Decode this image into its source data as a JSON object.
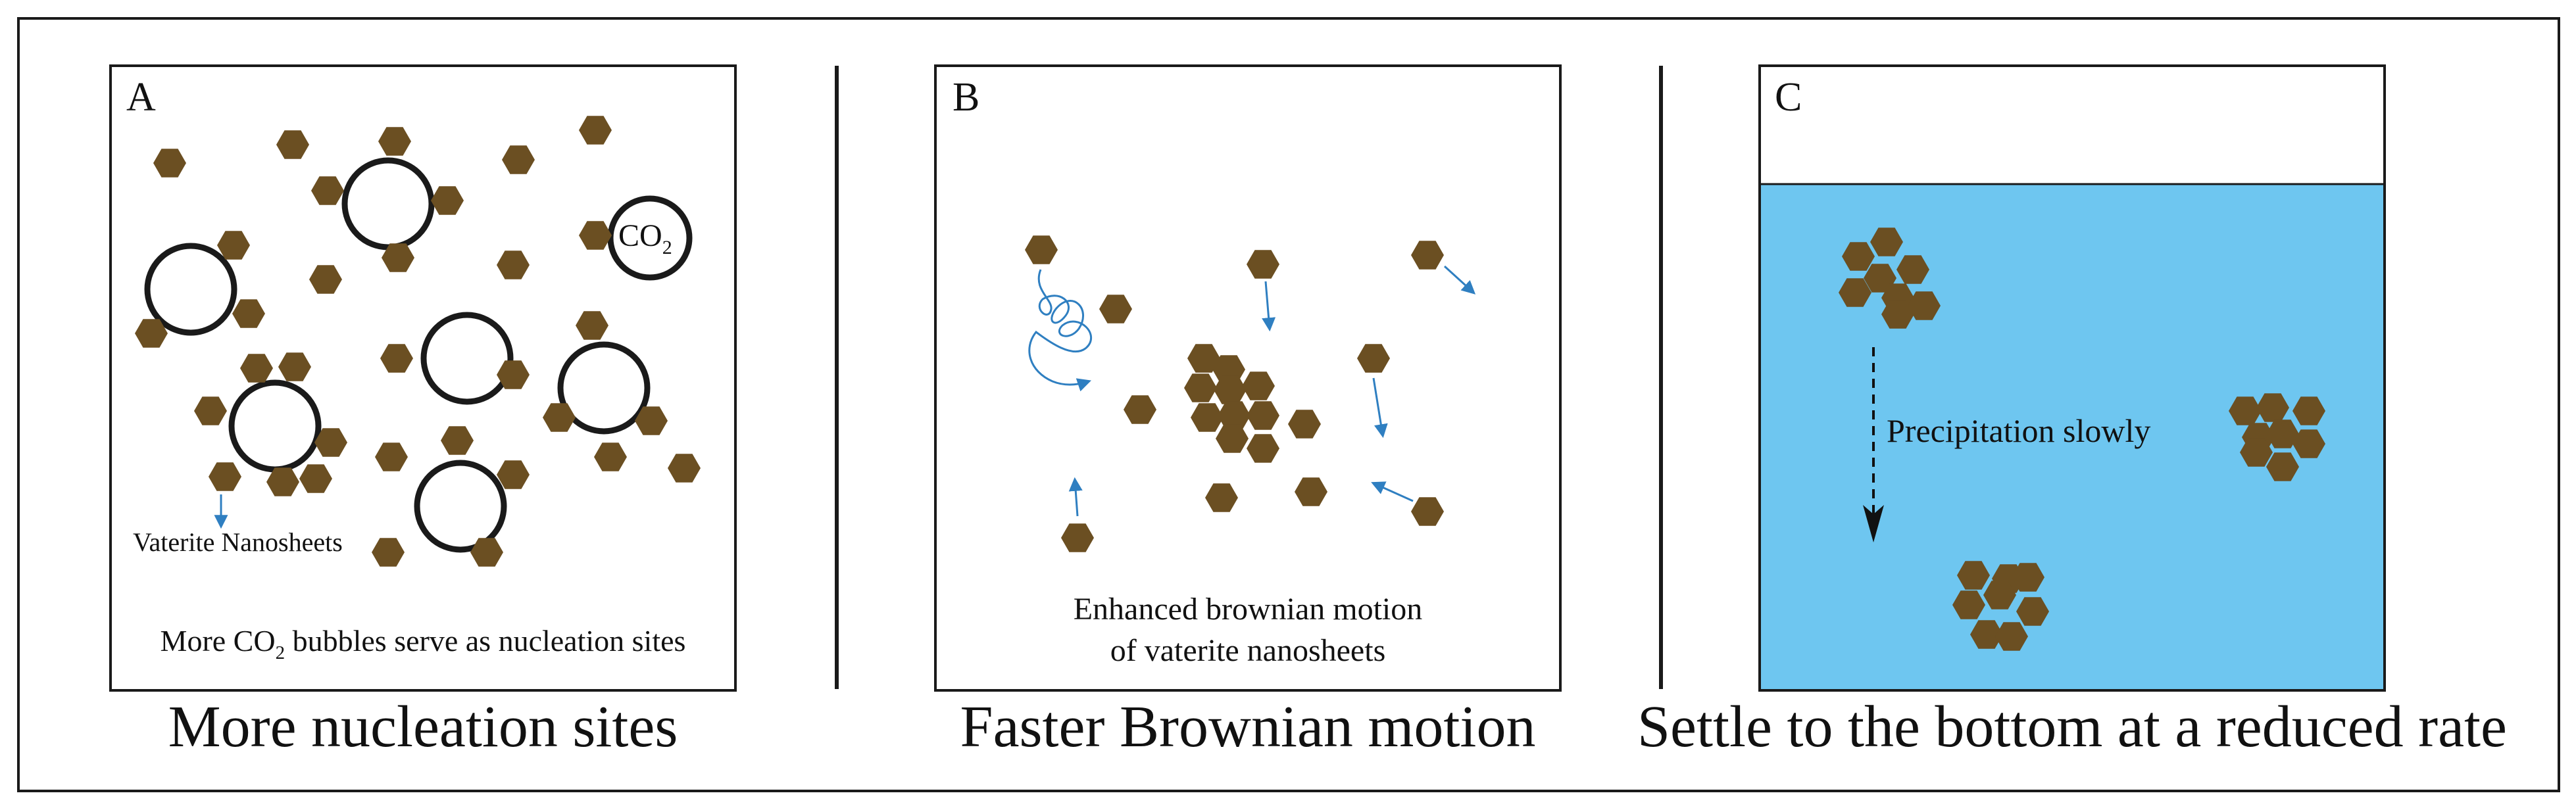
{
  "colors": {
    "frame": "#1a1a1a",
    "particle": "#6b4f22",
    "arrow": "#2f7fc1",
    "water": "#6ec6f0",
    "dashed_arrow": "#111111"
  },
  "panel_a": {
    "letter": "A",
    "co2_main": "CO",
    "co2_sub": "2",
    "vaterite_label": "Vaterite Nanosheets",
    "bottom_text_pre": "More CO",
    "bottom_text_sub": "2",
    "bottom_text_post": " bubbles serve as nucleation sites",
    "caption": "More nucleation sites"
  },
  "panel_b": {
    "letter": "B",
    "text_line1": "Enhanced brownian motion",
    "text_line2": "of vaterite nanosheets",
    "caption": "Faster Brownian motion"
  },
  "panel_c": {
    "letter": "C",
    "arrow_label": "Precipitation slowly",
    "caption": "Settle to the bottom at a reduced rate"
  }
}
